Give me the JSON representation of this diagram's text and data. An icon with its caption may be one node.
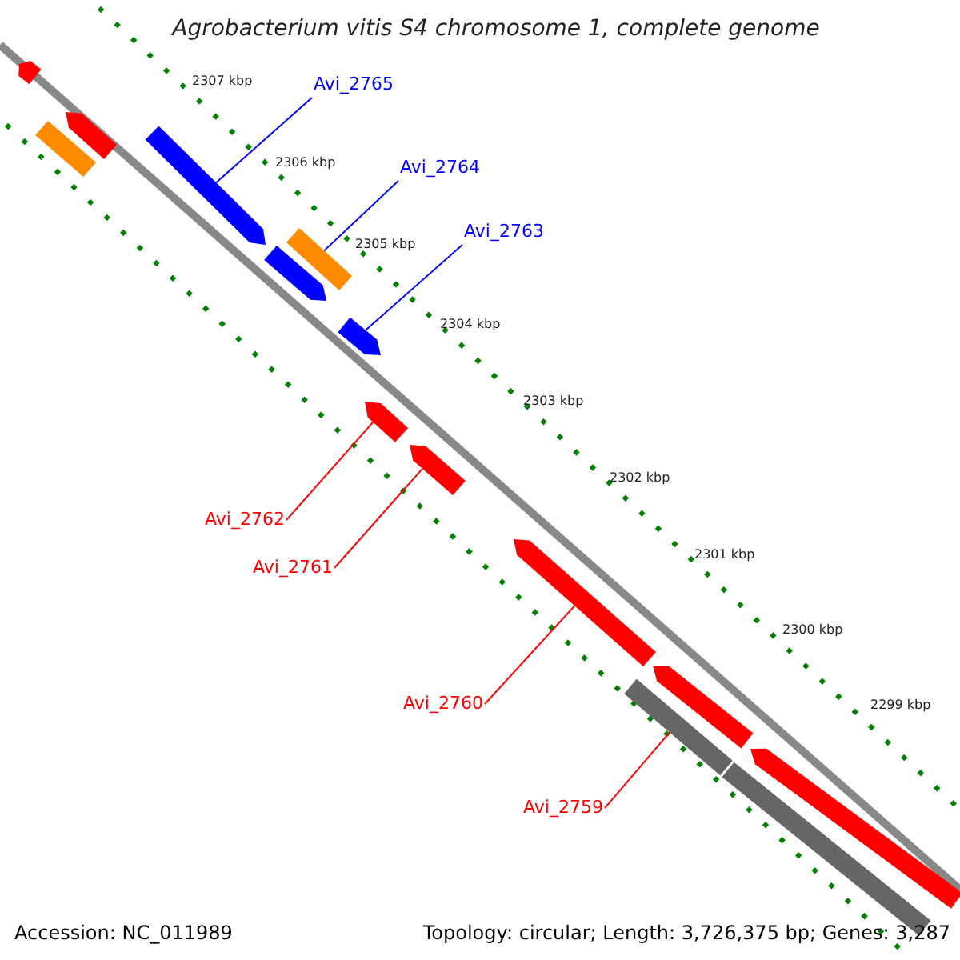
{
  "diagram": {
    "title": "Agrobacterium vitis S4 chromosome 1, complete genome",
    "nodes": [
      {
        "text": [],
        "shape": "bar"
      },
      {
        "text": [],
        "shape": "bar"
      },
      {
        "text": [],
        "shape": "bar"
      },
      {
        "text": [
          "Avi_2765"
        ]
      },
      {
        "text": [],
        "shape": "bar"
      },
      {
        "text": [
          "Avi_2764"
        ]
      },
      {
        "text": [],
        "shape": "bar"
      },
      {
        "text": [],
        "shape": "bar"
      },
      {
        "text": [
          "Avi_2763"
        ]
      },
      {
        "text": [],
        "shape": "bar"
      },
      {
        "text": [
          "Avi_2762"
        ]
      },
      {
        "text": [],
        "shape": "bar"
      },
      {
        "text": [
          "Avi_2761"
        ]
      },
      {
        "text": [],
        "shape": "bar"
      },
      {
        "text": [
          "Avi_2760"
        ]
      },
      {
        "text": [],
        "shape": "bar"
      },
      {
        "text": [
          "Avi_2759"
        ]
      },
      {
        "text": [],
        "shape": "bar"
      },
      {
        "text": [],
        "shape": "bar"
      },
      {
        "text": [],
        "shape": "bar"
      },
      {
        "text": [],
        "shape": "bar"
      }
    ],
    "edges": [
      {
        "from": 3,
        "to": 4,
        "arrow": "none",
        "color": "#0000ff"
      },
      {
        "from": 5,
        "to": 6,
        "arrow": "none",
        "color": "#0000ff"
      },
      {
        "from": 8,
        "to": 9,
        "arrow": "none",
        "color": "#0000ff"
      },
      {
        "from": 10,
        "to": 11,
        "arrow": "none"
      },
      {
        "from": 12,
        "to": 13,
        "arrow": "none"
      },
      {
        "from": 14,
        "to": 15,
        "arrow": "none"
      },
      {
        "from": 16,
        "to": 17,
        "arrow": "none"
      }
    ],
    "labels": [
      "2307 kbp",
      "2306 kbp",
      "2305 kbp",
      "2304 kbp",
      "2303 kbp",
      "2302 kbp",
      "2301 kbp",
      "2300 kbp",
      "2299 kbp",
      "Accession: NC_011989",
      "Topology: circular; Length: 3,726,375 bp; Genes: 3,287"
    ]
  }
}
